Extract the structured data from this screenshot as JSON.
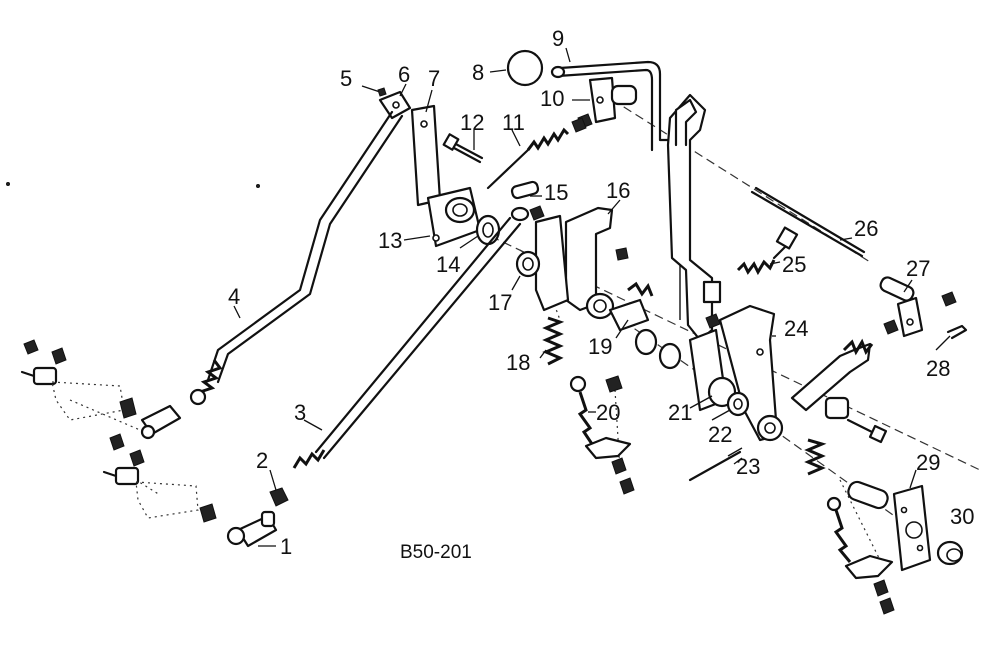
{
  "diagram": {
    "drawing_code": "B50-201",
    "callouts": [
      {
        "id": "c1",
        "text": "1"
      },
      {
        "id": "c2",
        "text": "2"
      },
      {
        "id": "c3",
        "text": "3"
      },
      {
        "id": "c4",
        "text": "4"
      },
      {
        "id": "c5",
        "text": "5"
      },
      {
        "id": "c6",
        "text": "6"
      },
      {
        "id": "c7",
        "text": "7"
      },
      {
        "id": "c8",
        "text": "8"
      },
      {
        "id": "c9",
        "text": "9"
      },
      {
        "id": "c10",
        "text": "10"
      },
      {
        "id": "c11",
        "text": "11"
      },
      {
        "id": "c12",
        "text": "12"
      },
      {
        "id": "c13",
        "text": "13"
      },
      {
        "id": "c14",
        "text": "14"
      },
      {
        "id": "c15",
        "text": "15"
      },
      {
        "id": "c16",
        "text": "16"
      },
      {
        "id": "c17",
        "text": "17"
      },
      {
        "id": "c18",
        "text": "18"
      },
      {
        "id": "c19",
        "text": "19"
      },
      {
        "id": "c20",
        "text": "20"
      },
      {
        "id": "c21",
        "text": "21"
      },
      {
        "id": "c22",
        "text": "22"
      },
      {
        "id": "c23",
        "text": "23"
      },
      {
        "id": "c24",
        "text": "24"
      },
      {
        "id": "c25",
        "text": "25"
      },
      {
        "id": "c26",
        "text": "26"
      },
      {
        "id": "c27",
        "text": "27"
      },
      {
        "id": "c28",
        "text": "28"
      },
      {
        "id": "c29",
        "text": "29"
      },
      {
        "id": "c30",
        "text": "30"
      }
    ]
  }
}
